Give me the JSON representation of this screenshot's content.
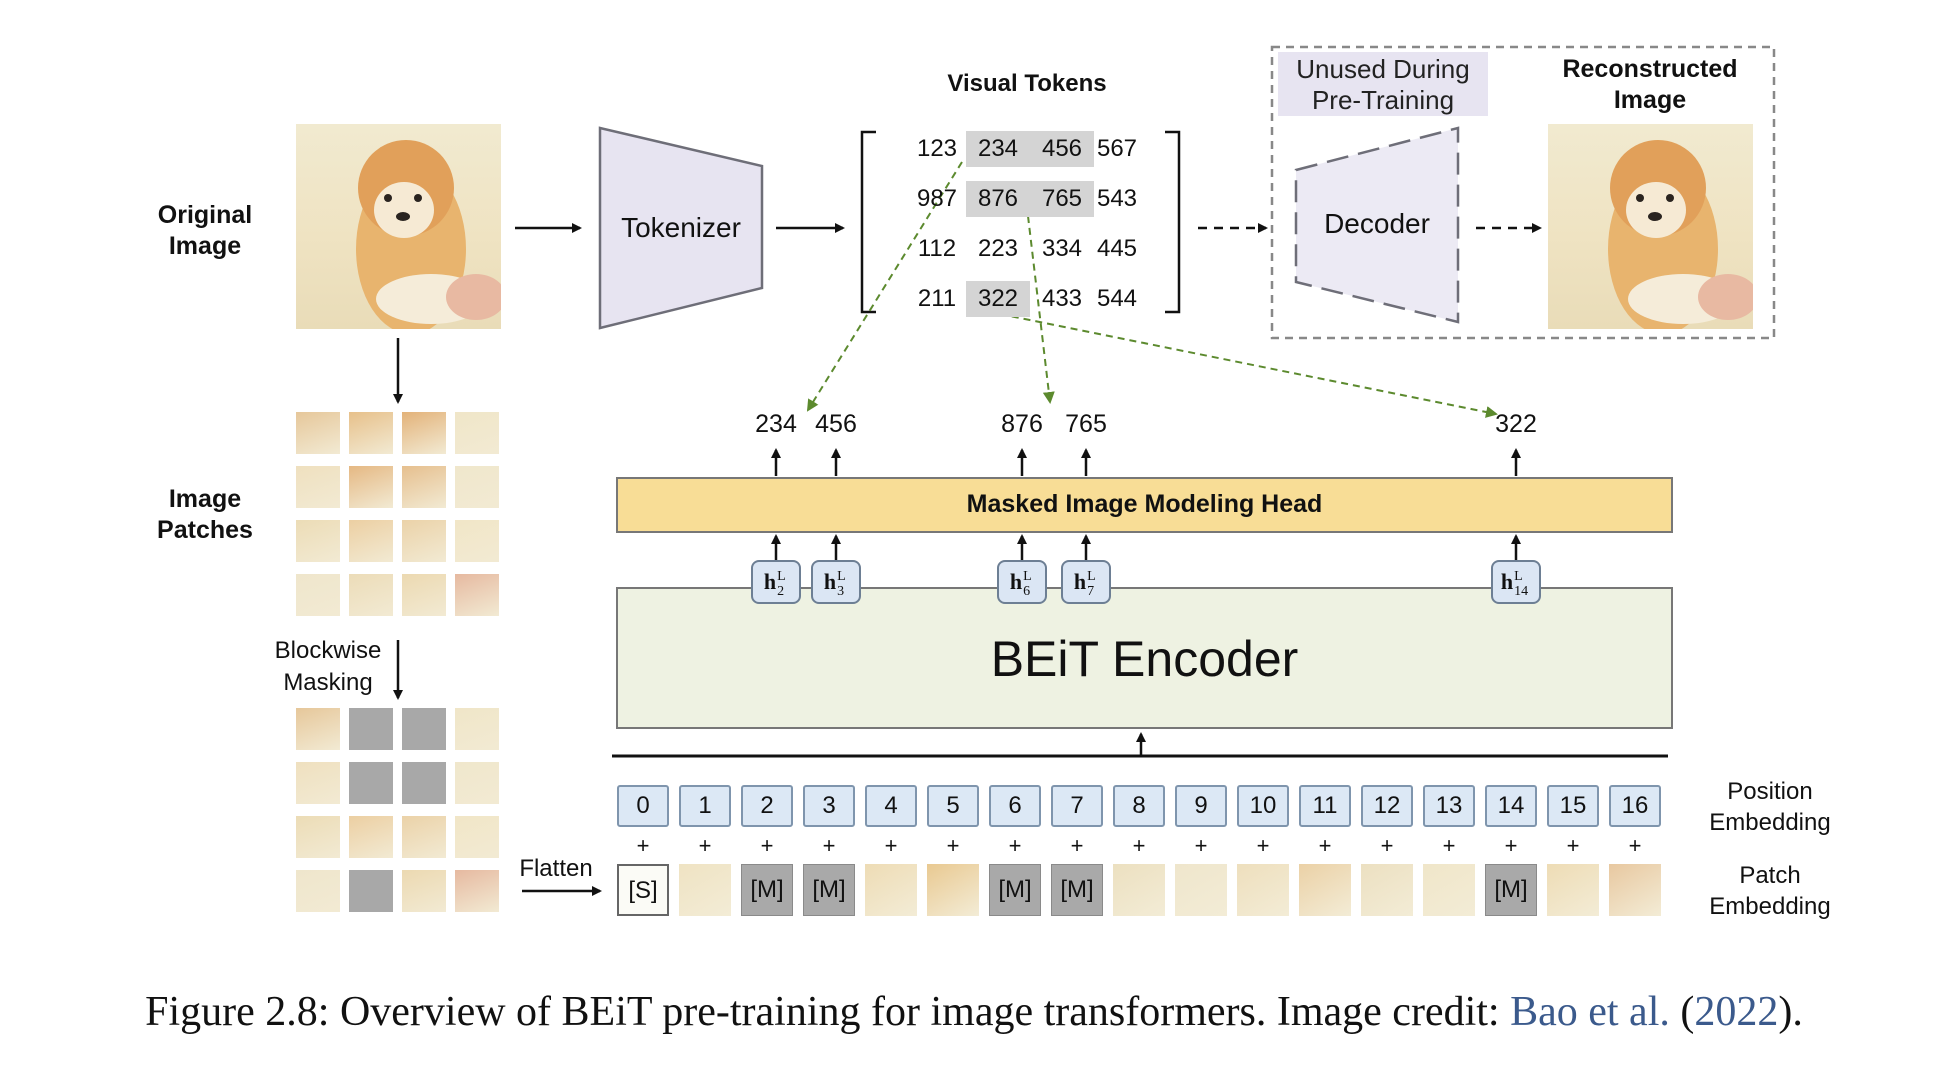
{
  "labels": {
    "original_image": "Original\nImage",
    "image_patches": "Image\nPatches",
    "blockwise_masking": "Blockwise\nMasking",
    "flatten": "Flatten",
    "tokenizer": "Tokenizer",
    "visual_tokens": "Visual Tokens",
    "unused_during_pretraining": "Unused During\nPre-Training",
    "reconstructed_image": "Reconstructed\nImage",
    "decoder": "Decoder",
    "mim_head": "Masked Image Modeling Head",
    "encoder": "BEiT Encoder",
    "position_embedding": "Position\nEmbedding",
    "patch_embedding": "Patch\nEmbedding"
  },
  "visual_tokens": [
    [
      "123",
      "234",
      "456",
      "567"
    ],
    [
      "987",
      "876",
      "765",
      "543"
    ],
    [
      "112",
      "223",
      "334",
      "445"
    ],
    [
      "211",
      "322",
      "433",
      "544"
    ]
  ],
  "highlighted_tokens": [
    [
      0,
      1
    ],
    [
      0,
      2
    ],
    [
      1,
      1
    ],
    [
      1,
      2
    ],
    [
      3,
      1
    ]
  ],
  "predicted_tokens": [
    "234",
    "456",
    "876",
    "765",
    "322"
  ],
  "hidden_states": [
    {
      "base": "h",
      "sup": "L",
      "sub": "2"
    },
    {
      "base": "h",
      "sup": "L",
      "sub": "3"
    },
    {
      "base": "h",
      "sup": "L",
      "sub": "6"
    },
    {
      "base": "h",
      "sup": "L",
      "sub": "7"
    },
    {
      "base": "h",
      "sup": "L",
      "sub": "14"
    }
  ],
  "positions": [
    "0",
    "1",
    "2",
    "3",
    "4",
    "5",
    "6",
    "7",
    "8",
    "9",
    "10",
    "11",
    "12",
    "13",
    "14",
    "15",
    "16"
  ],
  "patch_sequence": [
    "[S]",
    "img",
    "[M]",
    "[M]",
    "img",
    "img",
    "[M]",
    "[M]",
    "img",
    "img",
    "img",
    "img",
    "img",
    "img",
    "[M]",
    "img",
    "img"
  ],
  "masked_grid": [
    [
      false,
      true,
      true,
      false
    ],
    [
      false,
      true,
      true,
      false
    ],
    [
      false,
      false,
      false,
      false
    ],
    [
      false,
      true,
      false,
      false
    ]
  ],
  "caption": {
    "text": "Figure 2.8: Overview of BEiT pre-training for image transformers. Image credit: ",
    "cite_author": "Bao et al.",
    "cite_open": " (",
    "cite_year": "2022",
    "cite_close": ")."
  },
  "colors": {
    "mim_head": "#f8dd96",
    "encoder": "#eef2e2",
    "tokenizer": "#e7e4f1",
    "position_box": "#dce8f5",
    "mask_gray": "#a9a9a9",
    "dashed_arrow": "#5c8a2e"
  }
}
